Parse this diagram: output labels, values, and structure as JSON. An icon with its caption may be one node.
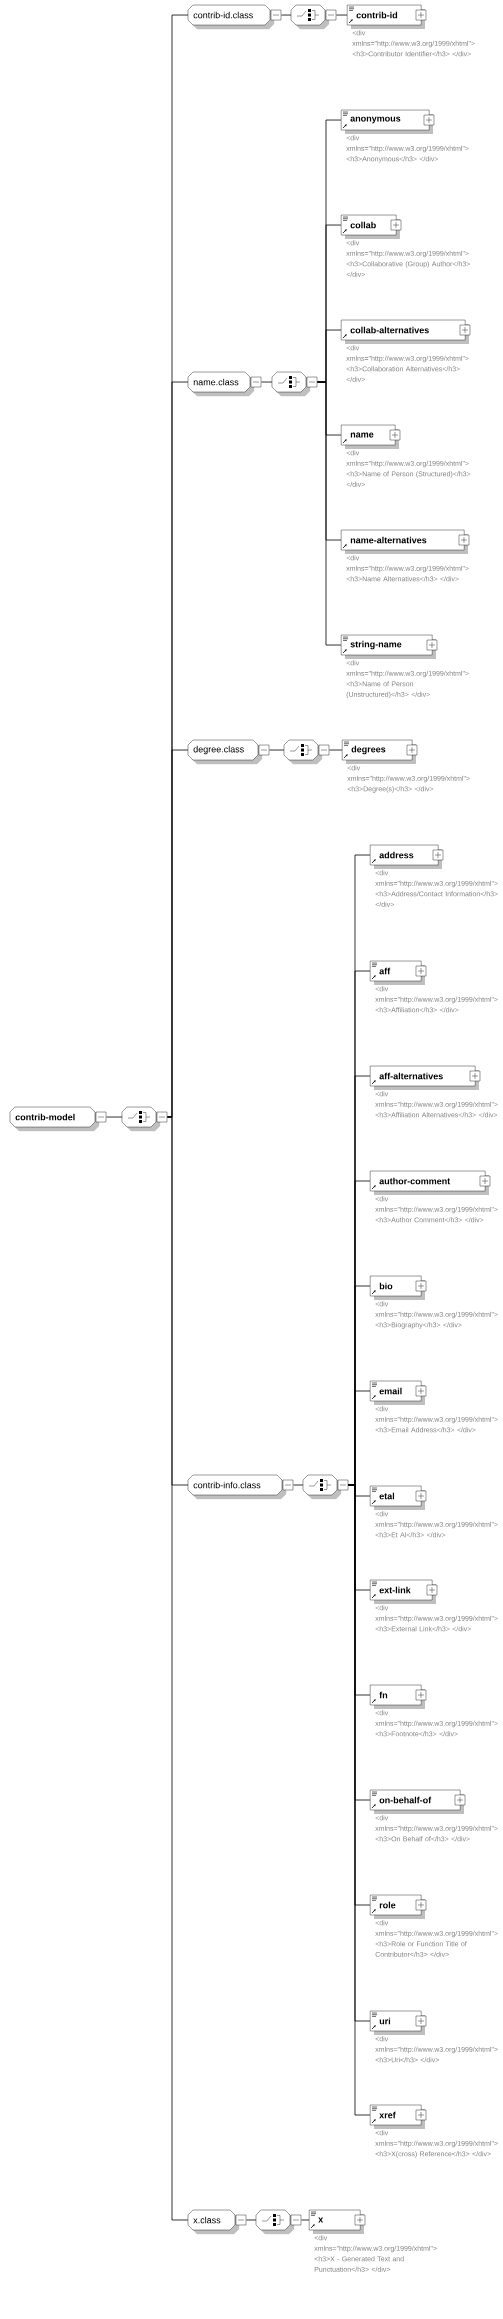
{
  "diagram": {
    "nodes": [
      {
        "text": [
          "contrib-model"
        ]
      },
      {
        "text": [],
        "shape": "octagon"
      },
      {
        "text": [
          "contrib-id.class"
        ]
      },
      {
        "text": [],
        "shape": "octagon"
      },
      {
        "text": [
          "contrib-id"
        ],
        "beside": [
          "<div xmlns=\"http://www.w3.org/1999/xhtml\"> <h3>Contributor Identifier</h3> </div>"
        ]
      },
      {
        "text": [
          "name.class"
        ]
      },
      {
        "text": [],
        "shape": "octagon"
      },
      {
        "text": [
          "anonymous"
        ],
        "beside": [
          "<div xmlns=\"http://www.w3.org/1999/xhtml\"> <h3>Anonymous</h3> </div>"
        ]
      },
      {
        "text": [
          "collab"
        ],
        "beside": [
          "<div xmlns=\"http://www.w3.org/1999/xhtml\"> <h3>Collaborative (Group) Author</h3> </div>"
        ]
      },
      {
        "text": [
          "collab-alternatives"
        ],
        "beside": [
          "<div xmlns=\"http://www.w3.org/1999/xhtml\"> <h3>Collaboration Alternatives</h3> </div>"
        ]
      },
      {
        "text": [
          "name"
        ],
        "beside": [
          "<div xmlns=\"http://www.w3.org/1999/xhtml\"> <h3>Name of Person (Structured)</h3> </div>"
        ]
      },
      {
        "text": [
          "name-alternatives"
        ],
        "beside": [
          "<div xmlns=\"http://www.w3.org/1999/xhtml\"> <h3>Name Alternatives</h3> </div>"
        ]
      },
      {
        "text": [
          "string-name"
        ],
        "beside": [
          "<div xmlns=\"http://www.w3.org/1999/xhtml\"> <h3>Name of Person (Unstructured)</h3> </div>"
        ]
      },
      {
        "text": [
          "degree.class"
        ]
      },
      {
        "text": [],
        "shape": "octagon"
      },
      {
        "text": [
          "degrees"
        ],
        "beside": [
          "<div xmlns=\"http://www.w3.org/1999/xhtml\"> <h3>Degree(s)</h3> </div>"
        ]
      },
      {
        "text": [
          "contrib-info.class"
        ]
      },
      {
        "text": [],
        "shape": "octagon"
      },
      {
        "text": [
          "address"
        ],
        "beside": [
          "<div xmlns=\"http://www.w3.org/1999/xhtml\"> <h3>Address/Contact Information</h3> </div>"
        ]
      },
      {
        "text": [
          "aff"
        ],
        "beside": [
          "<div xmlns=\"http://www.w3.org/1999/xhtml\"> <h3>Affiliation</h3> </div>"
        ]
      },
      {
        "text": [
          "aff-alternatives"
        ],
        "beside": [
          "<div xmlns=\"http://www.w3.org/1999/xhtml\"> <h3>Affiliation Alternatives</h3> </div>"
        ]
      },
      {
        "text": [
          "author-comment"
        ],
        "beside": [
          "<div xmlns=\"http://www.w3.org/1999/xhtml\"> <h3>Author Comment</h3> </div>"
        ]
      },
      {
        "text": [
          "bio"
        ],
        "beside": [
          "<div xmlns=\"http://www.w3.org/1999/xhtml\"> <h3>Biography</h3> </div>"
        ]
      },
      {
        "text": [
          "email"
        ],
        "beside": [
          "<div xmlns=\"http://www.w3.org/1999/xhtml\"> <h3>Email Address</h3> </div>"
        ]
      },
      {
        "text": [
          "etal"
        ],
        "beside": [
          "<div xmlns=\"http://www.w3.org/1999/xhtml\"> <h3>Et Al</h3> </div>"
        ]
      },
      {
        "text": [
          "ext-link"
        ],
        "beside": [
          "<div xmlns=\"http://www.w3.org/1999/xhtml\"> <h3>External Link</h3> </div>"
        ]
      },
      {
        "text": [
          "fn"
        ],
        "beside": [
          "<div xmlns=\"http://www.w3.org/1999/xhtml\"> <h3>Footnote</h3> </div>"
        ]
      },
      {
        "text": [
          "on-behalf-of"
        ],
        "beside": [
          "<div xmlns=\"http://www.w3.org/1999/xhtml\"> <h3>On Behalf of</h3> </div>"
        ]
      },
      {
        "text": [
          "role"
        ],
        "beside": [
          "<div xmlns=\"http://www.w3.org/1999/xhtml\"> <h3>Role or Function Title of Contributor</h3> </div>"
        ]
      },
      {
        "text": [
          "uri"
        ],
        "beside": [
          "<div xmlns=\"http://www.w3.org/1999/xhtml\"> <h3>Uri</h3> </div>"
        ]
      },
      {
        "text": [
          "xref"
        ],
        "beside": [
          "<div xmlns=\"http://www.w3.org/1999/xhtml\"> <h3>X(cross) Reference</h3> </div>"
        ]
      },
      {
        "text": [
          "x.class"
        ]
      },
      {
        "text": [],
        "shape": "octagon"
      },
      {
        "text": [
          "x"
        ],
        "beside": [
          "<div xmlns=\"http://www.w3.org/1999/xhtml\"> <h3>X - Generated Text and Punctuation</h3> </div>"
        ]
      }
    ],
    "edges": [
      {
        "from": 0,
        "to": 1,
        "arrow": "none"
      },
      {
        "from": 1,
        "to": 2,
        "arrow": "none"
      },
      {
        "from": 2,
        "to": 3,
        "arrow": "none"
      },
      {
        "from": 3,
        "to": 4,
        "arrow": "none"
      },
      {
        "from": 1,
        "to": 5,
        "arrow": "none"
      },
      {
        "from": 5,
        "to": 6,
        "arrow": "none"
      },
      {
        "from": 6,
        "to": 7,
        "arrow": "none"
      },
      {
        "from": 6,
        "to": 8,
        "arrow": "none"
      },
      {
        "from": 6,
        "to": 9,
        "arrow": "none"
      },
      {
        "from": 6,
        "to": 10,
        "arrow": "none"
      },
      {
        "from": 6,
        "to": 11,
        "arrow": "none"
      },
      {
        "from": 6,
        "to": 12,
        "arrow": "none"
      },
      {
        "from": 1,
        "to": 13,
        "arrow": "none"
      },
      {
        "from": 13,
        "to": 14,
        "arrow": "none"
      },
      {
        "from": 14,
        "to": 15,
        "arrow": "none"
      },
      {
        "from": 1,
        "to": 16,
        "arrow": "none"
      },
      {
        "from": 16,
        "to": 17,
        "arrow": "none"
      },
      {
        "from": 17,
        "to": 18,
        "arrow": "none"
      },
      {
        "from": 17,
        "to": 19,
        "arrow": "none"
      },
      {
        "from": 17,
        "to": 20,
        "arrow": "none"
      },
      {
        "from": 17,
        "to": 21,
        "arrow": "none"
      },
      {
        "from": 17,
        "to": 22,
        "arrow": "none"
      },
      {
        "from": 17,
        "to": 23,
        "arrow": "none"
      },
      {
        "from": 17,
        "to": 24,
        "arrow": "none"
      },
      {
        "from": 17,
        "to": 25,
        "arrow": "none"
      },
      {
        "from": 17,
        "to": 26,
        "arrow": "none"
      },
      {
        "from": 17,
        "to": 27,
        "arrow": "none"
      },
      {
        "from": 17,
        "to": 28,
        "arrow": "none"
      },
      {
        "from": 17,
        "to": 29,
        "arrow": "none"
      },
      {
        "from": 17,
        "to": 30,
        "arrow": "none"
      },
      {
        "from": 1,
        "to": 31,
        "arrow": "none"
      },
      {
        "from": 31,
        "to": 32,
        "arrow": "none"
      },
      {
        "from": 32,
        "to": 33,
        "arrow": "none"
      }
    ]
  }
}
